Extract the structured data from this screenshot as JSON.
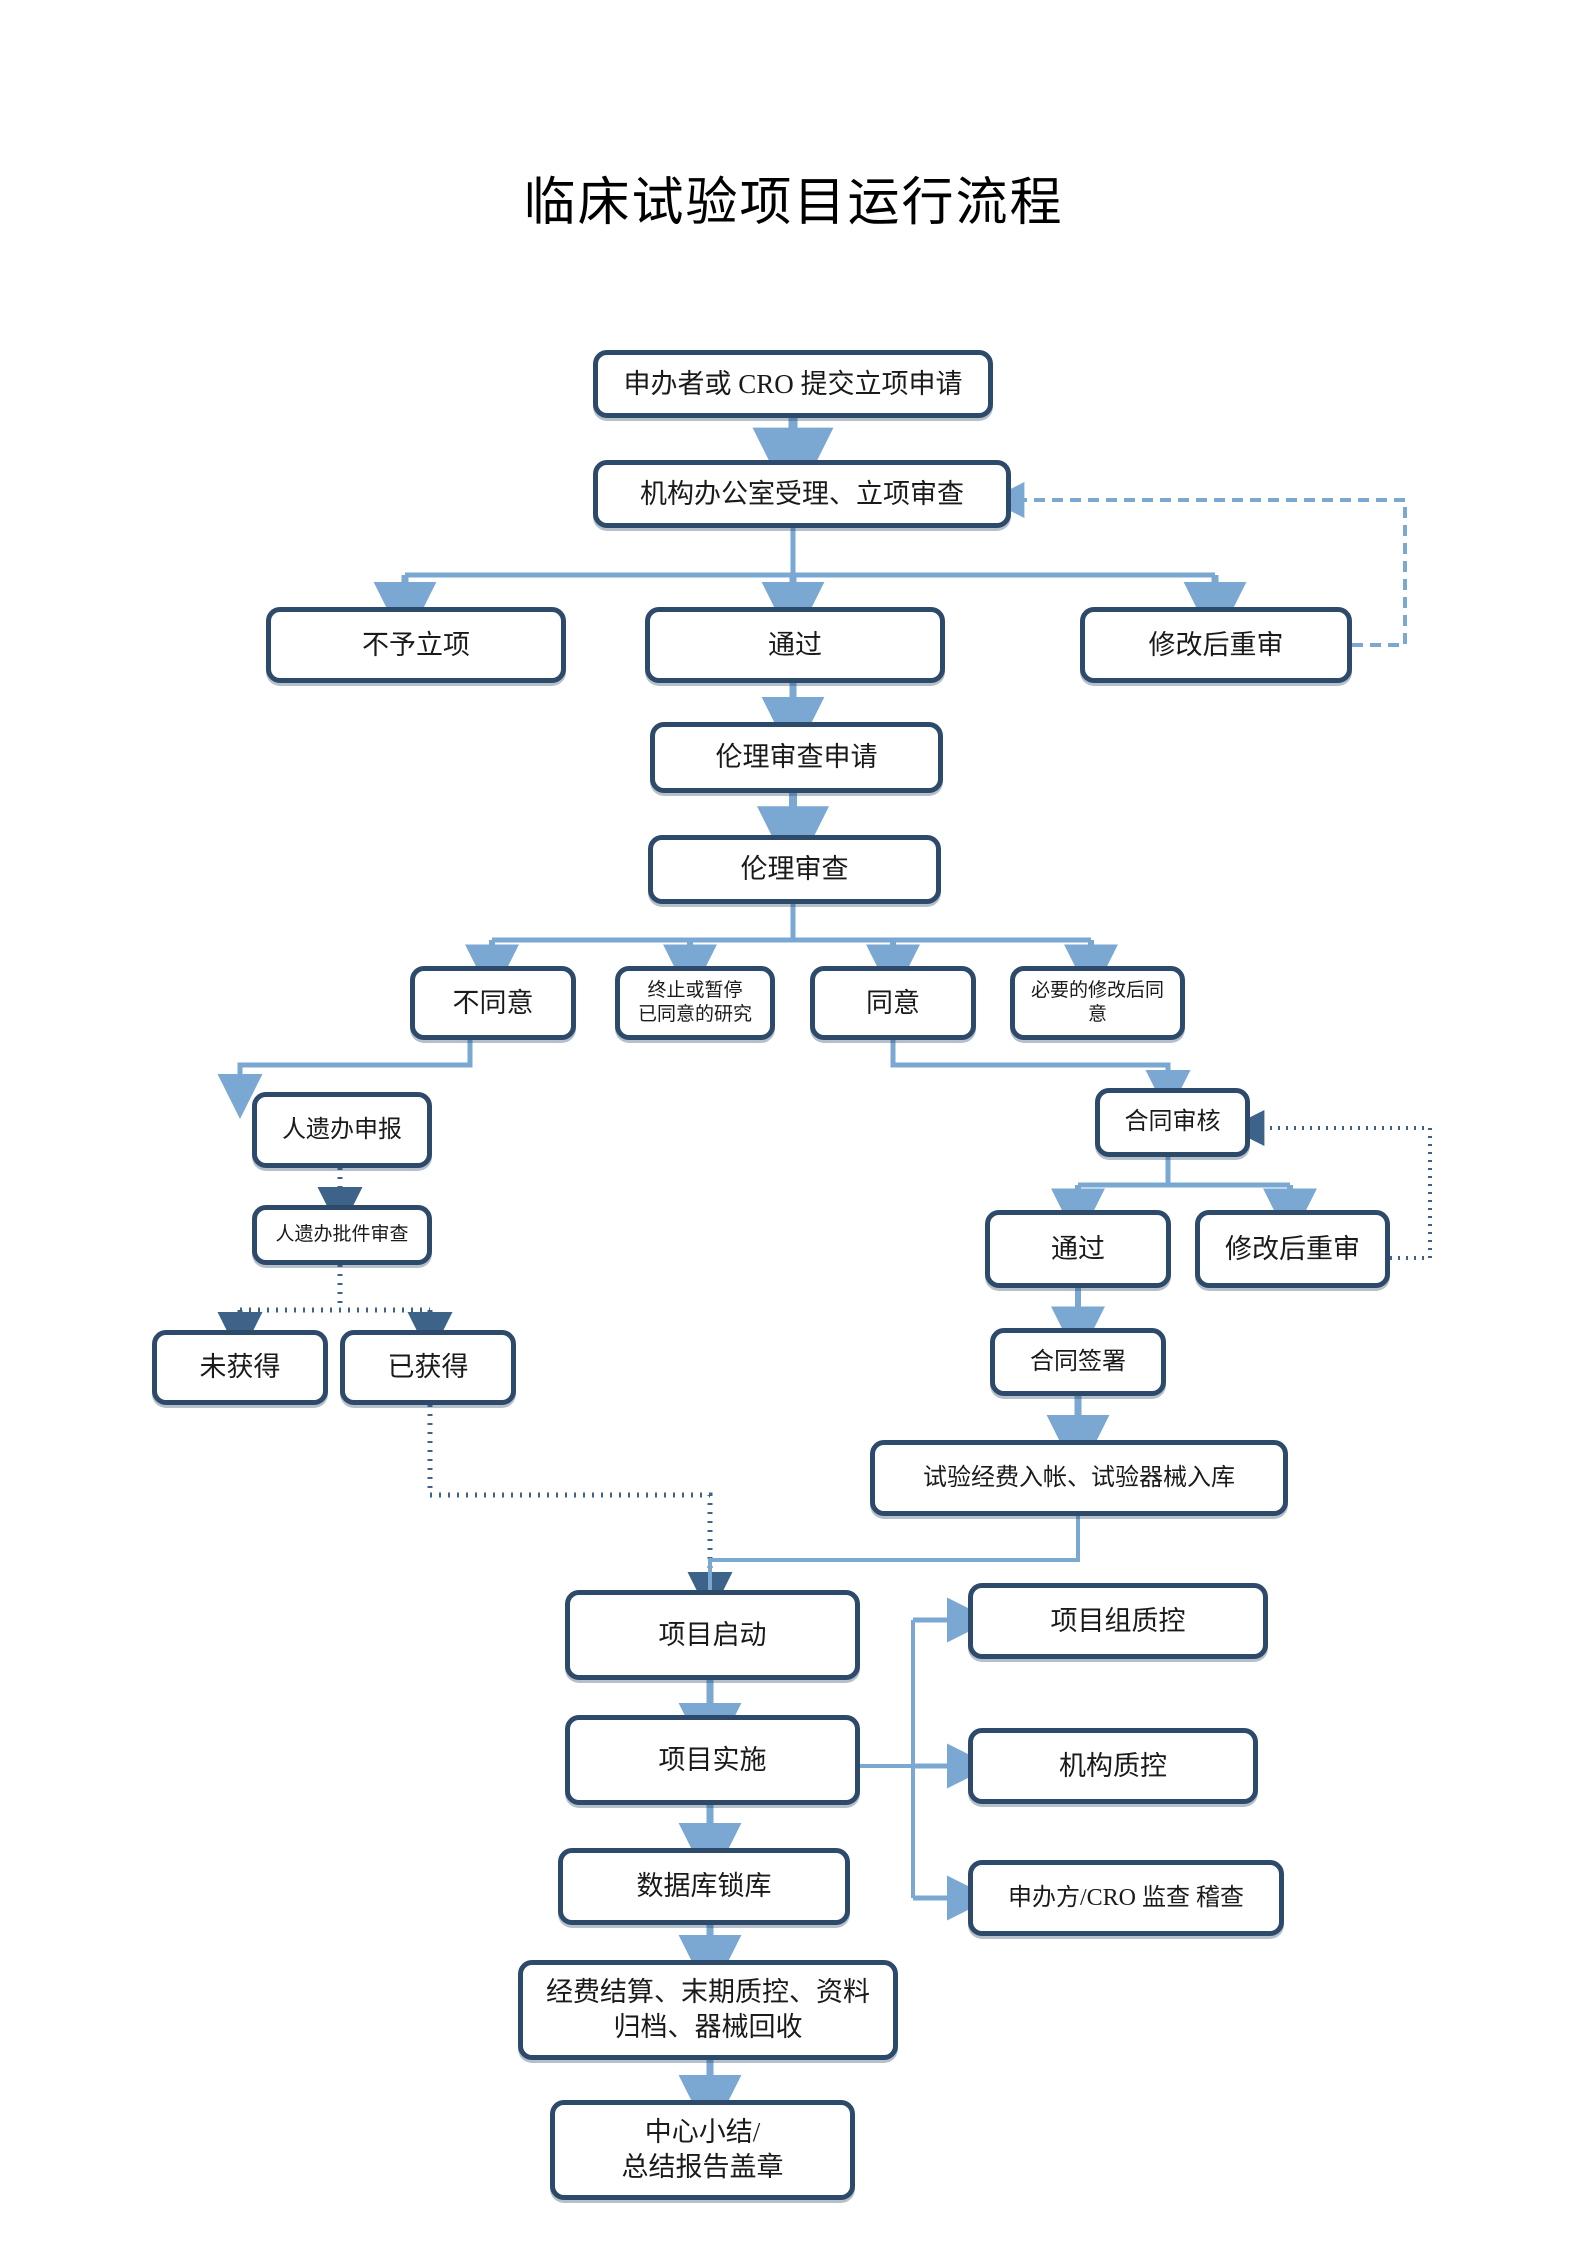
{
  "title": "临床试验项目运行流程",
  "palette": {
    "node_border": "#2e4a6b",
    "arrow_dark": "#3e6389",
    "arrow_light": "#7aa8d2",
    "background": "#ffffff",
    "text": "#1a1a1a"
  },
  "chart_data": {
    "type": "diagram",
    "title": "临床试验项目运行流程",
    "nodes": [
      {
        "id": "n1",
        "label": "申办者或 CRO 提交立项申请"
      },
      {
        "id": "n2",
        "label": "机构办公室受理、立项审查"
      },
      {
        "id": "n3",
        "label": "不予立项"
      },
      {
        "id": "n4",
        "label": "通过"
      },
      {
        "id": "n5",
        "label": "修改后重审"
      },
      {
        "id": "n6",
        "label": "伦理审查申请"
      },
      {
        "id": "n7",
        "label": "伦理审查"
      },
      {
        "id": "n8",
        "label": "不同意"
      },
      {
        "id": "n9",
        "label": "终止或暂停\n已同意的研究"
      },
      {
        "id": "n10",
        "label": "同意"
      },
      {
        "id": "n11",
        "label": "必要的修改后同意"
      },
      {
        "id": "n12",
        "label": "人遗办申报"
      },
      {
        "id": "n13",
        "label": "人遗办批件审查"
      },
      {
        "id": "n14",
        "label": "未获得"
      },
      {
        "id": "n15",
        "label": "已获得"
      },
      {
        "id": "n16",
        "label": "合同审核"
      },
      {
        "id": "n17",
        "label": "通过"
      },
      {
        "id": "n18",
        "label": "修改后重审"
      },
      {
        "id": "n19",
        "label": "合同签署"
      },
      {
        "id": "n20",
        "label": "试验经费入帐、试验器械入库"
      },
      {
        "id": "n21",
        "label": "项目启动"
      },
      {
        "id": "n22",
        "label": "项目实施"
      },
      {
        "id": "n23",
        "label": "数据库锁库"
      },
      {
        "id": "n24",
        "label": "经费结算、末期质控、资料\n归档、器械回收"
      },
      {
        "id": "n25",
        "label": "中心小结/\n总结报告盖章"
      },
      {
        "id": "n26",
        "label": "项目组质控"
      },
      {
        "id": "n27",
        "label": "机构质控"
      },
      {
        "id": "n28",
        "label": "申办方/CRO 监查 稽查"
      }
    ],
    "edges": [
      {
        "from": "n1",
        "to": "n2",
        "style": "solid"
      },
      {
        "from": "n2",
        "to": "n3",
        "style": "solid"
      },
      {
        "from": "n2",
        "to": "n4",
        "style": "solid"
      },
      {
        "from": "n2",
        "to": "n5",
        "style": "solid"
      },
      {
        "from": "n5",
        "to": "n2",
        "style": "dashed"
      },
      {
        "from": "n4",
        "to": "n6",
        "style": "solid"
      },
      {
        "from": "n6",
        "to": "n7",
        "style": "solid"
      },
      {
        "from": "n7",
        "to": "n8",
        "style": "solid"
      },
      {
        "from": "n7",
        "to": "n9",
        "style": "solid"
      },
      {
        "from": "n7",
        "to": "n10",
        "style": "solid"
      },
      {
        "from": "n7",
        "to": "n11",
        "style": "solid"
      },
      {
        "from": "n8",
        "to": "n12",
        "style": "solid"
      },
      {
        "from": "n10",
        "to": "n16",
        "style": "solid"
      },
      {
        "from": "n12",
        "to": "n13",
        "style": "dotted"
      },
      {
        "from": "n13",
        "to": "n14",
        "style": "dotted"
      },
      {
        "from": "n13",
        "to": "n15",
        "style": "dotted"
      },
      {
        "from": "n15",
        "to": "n21",
        "style": "dotted"
      },
      {
        "from": "n16",
        "to": "n17",
        "style": "solid"
      },
      {
        "from": "n16",
        "to": "n18",
        "style": "solid"
      },
      {
        "from": "n18",
        "to": "n16",
        "style": "dotted"
      },
      {
        "from": "n17",
        "to": "n19",
        "style": "solid"
      },
      {
        "from": "n19",
        "to": "n20",
        "style": "solid"
      },
      {
        "from": "n20",
        "to": "n21",
        "style": "solid"
      },
      {
        "from": "n21",
        "to": "n22",
        "style": "solid"
      },
      {
        "from": "n22",
        "to": "n23",
        "style": "solid"
      },
      {
        "from": "n23",
        "to": "n24",
        "style": "solid"
      },
      {
        "from": "n24",
        "to": "n25",
        "style": "solid"
      },
      {
        "from": "n22",
        "to": "n26",
        "style": "solid"
      },
      {
        "from": "n22",
        "to": "n27",
        "style": "solid"
      },
      {
        "from": "n22",
        "to": "n28",
        "style": "solid"
      }
    ]
  }
}
